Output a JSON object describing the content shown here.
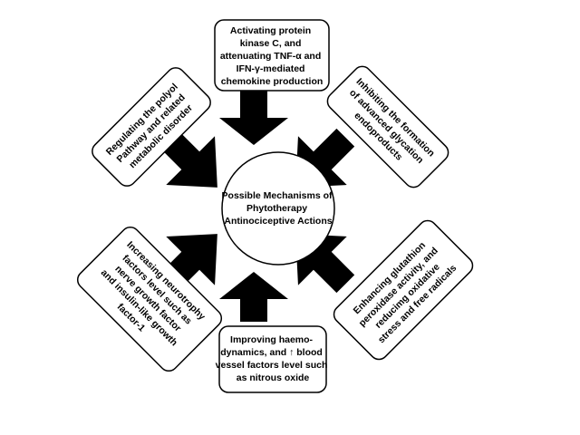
{
  "center": {
    "lines": [
      "Possible Mechanisms of",
      "Phytotherapy",
      "Antinociceptive Actions"
    ]
  },
  "boxes": {
    "top": {
      "lines": [
        "Activating protein",
        "kinase C, and",
        "attenuating TNF-α and",
        "IFN-γ-mediated",
        "chemokine production"
      ]
    },
    "top_right": {
      "lines": [
        "Inhibiting the formation",
        "of advanced glycation",
        "endoproducts"
      ]
    },
    "bottom_right": {
      "lines": [
        "Enhancing glutathion",
        "peroxidase activity, and",
        "reducimg oxidative",
        "stress and free radicals"
      ]
    },
    "bottom": {
      "lines": [
        "Improving haemo-",
        "dynamics, and ↑ blood",
        "vessel factors level such",
        "as nitrous oxide"
      ]
    },
    "bottom_left": {
      "lines": [
        "Increasing neurotrophy",
        "factors level such as",
        "nerve growth factor",
        "and insulin-like growth",
        "factor-1"
      ]
    },
    "top_left": {
      "lines": [
        "Regulating the polyol",
        "Pathway and related",
        "metabolic disorder"
      ]
    }
  },
  "colors": {
    "arrow": "#000000",
    "border": "#000000",
    "background": "#ffffff"
  }
}
